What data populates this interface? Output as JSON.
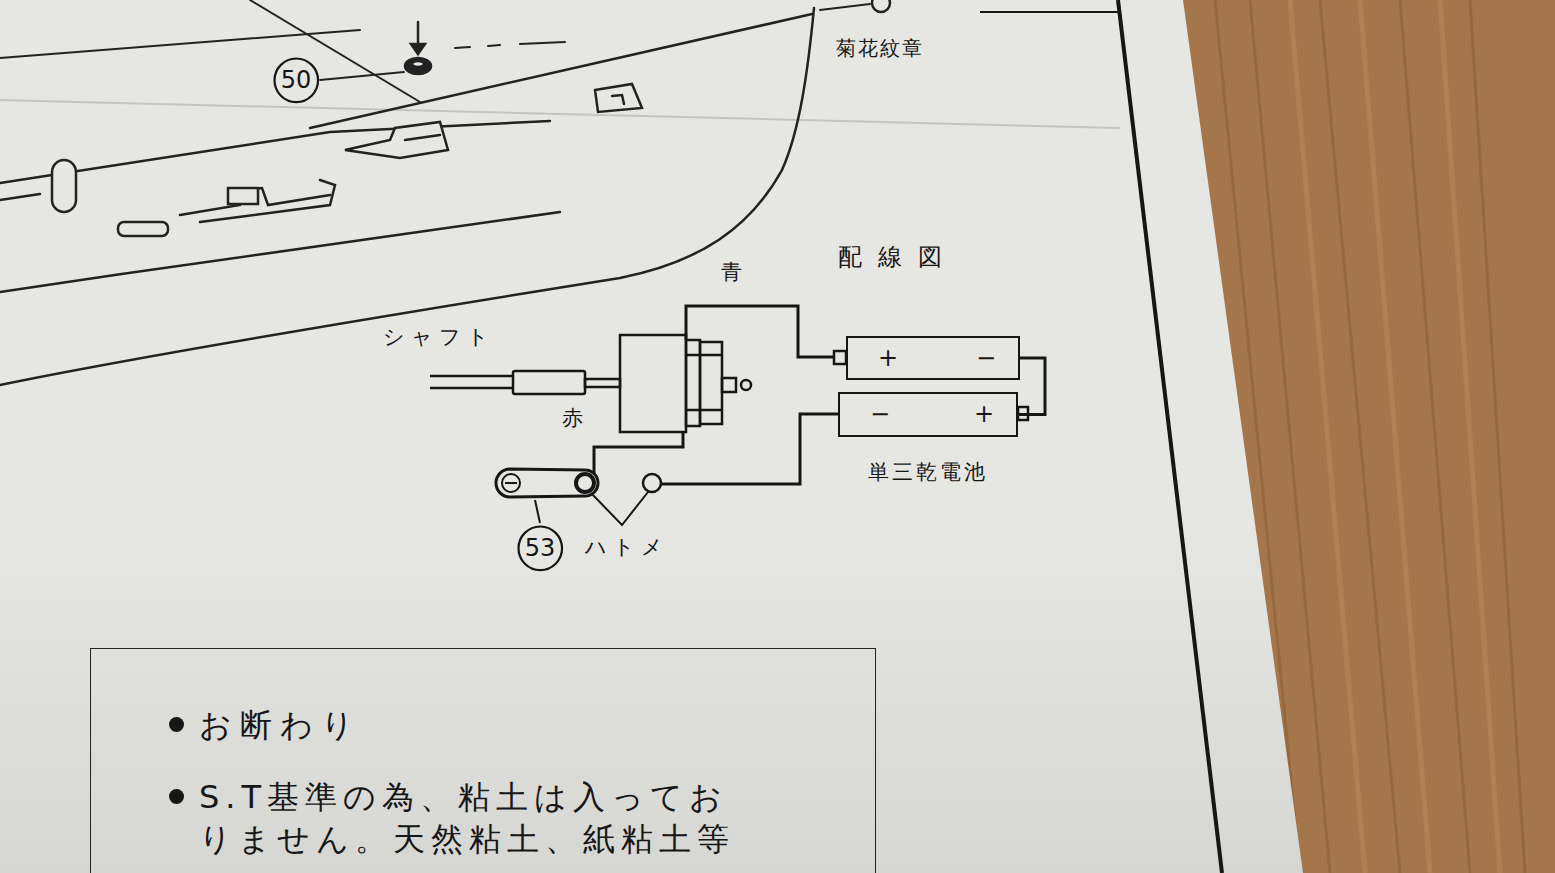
{
  "diagram": {
    "title": "配線図",
    "nodes": [
      {
        "text": [
          "50"
        ]
      },
      {
        "text": [
          "+",
          "−"
        ]
      },
      {
        "text": [
          "−",
          "+"
        ]
      },
      {
        "text": [
          "53"
        ]
      },
      {
        "text": [
          "お断わり",
          "S.T基準の為、粘土は入ってお りません。天然粘土、紙粘土等"
        ]
      }
    ],
    "edges": [
      {
        "from": 1,
        "to": 2,
        "arrow": "none"
      }
    ],
    "labels": [
      "菊花紋章",
      "青",
      "シャフト",
      "赤",
      "単三乾電池",
      "ハトメ"
    ]
  }
}
